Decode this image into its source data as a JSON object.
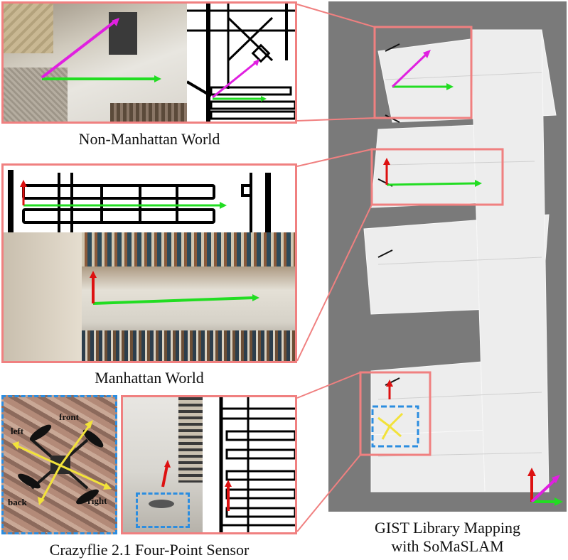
{
  "captions": {
    "non_manhattan": "Non-Manhattan World",
    "manhattan": "Manhattan World",
    "crazyflie": "Crazyflie 2.1 Four-Point Sensor",
    "mapping_line1": "GIST Library Mapping",
    "mapping_line2": "with SoMaSLAM"
  },
  "drone_labels": {
    "front": "front",
    "left": "left",
    "back": "back",
    "right": "right"
  },
  "colors": {
    "frame_red": "#f08080",
    "frame_blue": "#2b8de0",
    "axis_green": "#22dd22",
    "axis_red": "#dd1111",
    "axis_magenta": "#e020e0",
    "axis_yellow": "#f2e23a",
    "map_gray": "#7a7a7a"
  }
}
